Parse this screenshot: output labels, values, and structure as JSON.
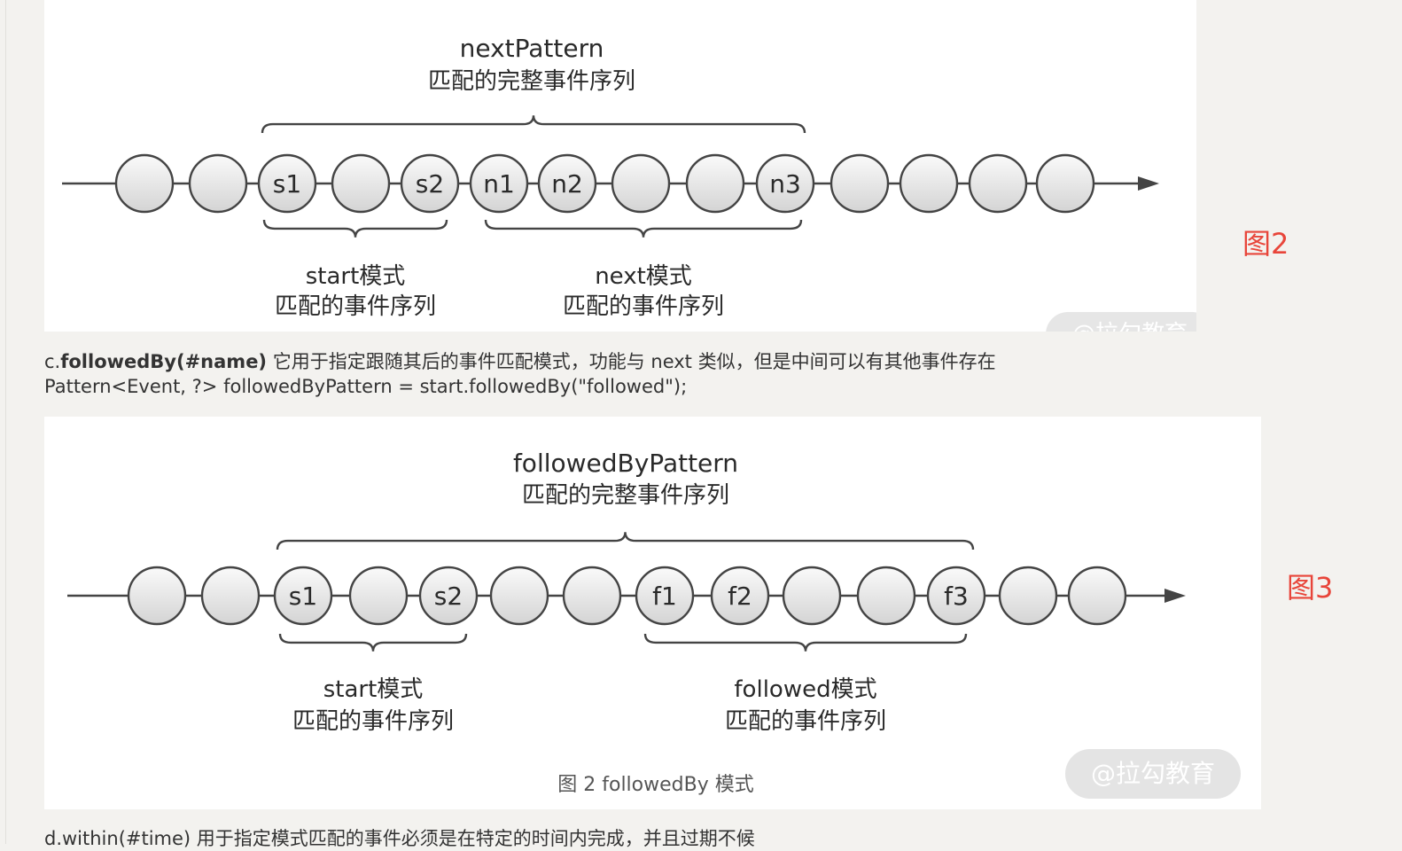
{
  "figure2": {
    "top_label": "nextPattern",
    "top_sub": "匹配的完整事件序列",
    "nodes": [
      "",
      "",
      "s1",
      "",
      "s2",
      "n1",
      "n2",
      "",
      "",
      "n3",
      "",
      "",
      "",
      ""
    ],
    "left_label": "start模式",
    "left_sub": "匹配的事件序列",
    "right_label": "next模式",
    "right_sub": "匹配的事件序列",
    "watermark": "@拉勾教育",
    "side_label": "图2"
  },
  "paragraph1": {
    "prefix": "c.",
    "bold": "followedBy(#name)",
    "rest": " 它用于指定跟随其后的事件匹配模式，功能与 next 类似，但是中间可以有其他事件存在"
  },
  "paragraph2": "Pattern<Event, ?> followedByPattern = start.followedBy(\"followed\");",
  "figure3": {
    "top_label": "followedByPattern",
    "top_sub": "匹配的完整事件序列",
    "nodes": [
      "",
      "",
      "s1",
      "",
      "s2",
      "",
      "",
      "f1",
      "f2",
      "",
      "",
      "f3",
      "",
      ""
    ],
    "left_label": "start模式",
    "left_sub": "匹配的事件序列",
    "right_label": "followed模式",
    "right_sub": "匹配的事件序列",
    "caption": "图 2   followedBy 模式",
    "watermark": "@拉勾教育",
    "side_label": "图3"
  },
  "paragraph3": "d.within(#time) 用于指定模式匹配的事件必须是在特定的时间内完成，并且过期不候",
  "colors": {
    "accent_label": "#e8453a",
    "node_fill_top": "#fafafa",
    "node_fill_bottom": "#d4d4d4",
    "stroke": "#444444"
  }
}
